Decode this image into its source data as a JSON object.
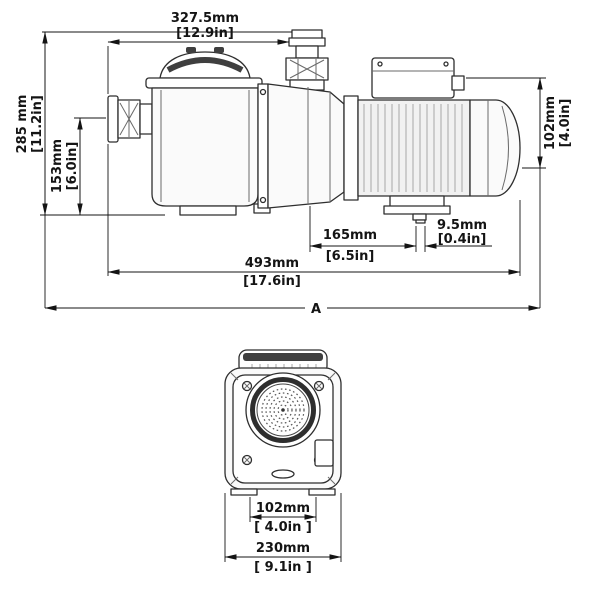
{
  "side_view": {
    "dims": {
      "top_width_mm": "327.5mm",
      "top_width_in": "[12.9in]",
      "height_mm": "285 mm",
      "height_in": "[11.2in]",
      "inlet_height_mm": "153mm",
      "inlet_height_in": "[6.0in]",
      "motor_height_mm": "102mm",
      "motor_height_in": "[4.0in]",
      "drain_offset_mm": "165mm",
      "drain_offset_in": "[6.5in]",
      "drain_plug_mm": "9.5mm",
      "drain_plug_in": "[0.4in]",
      "length_mm": "493mm",
      "length_in": "[17.6in]",
      "overall_label": "A"
    }
  },
  "front_view": {
    "dims": {
      "port_spacing_mm": "102mm",
      "port_spacing_in": "[ 4.0in ]",
      "width_mm": "230mm",
      "width_in": "[ 9.1in ]"
    }
  },
  "colors": {
    "line": "#141414",
    "shade": "#f1f1f1",
    "dark_band": "#3f3f3f"
  }
}
